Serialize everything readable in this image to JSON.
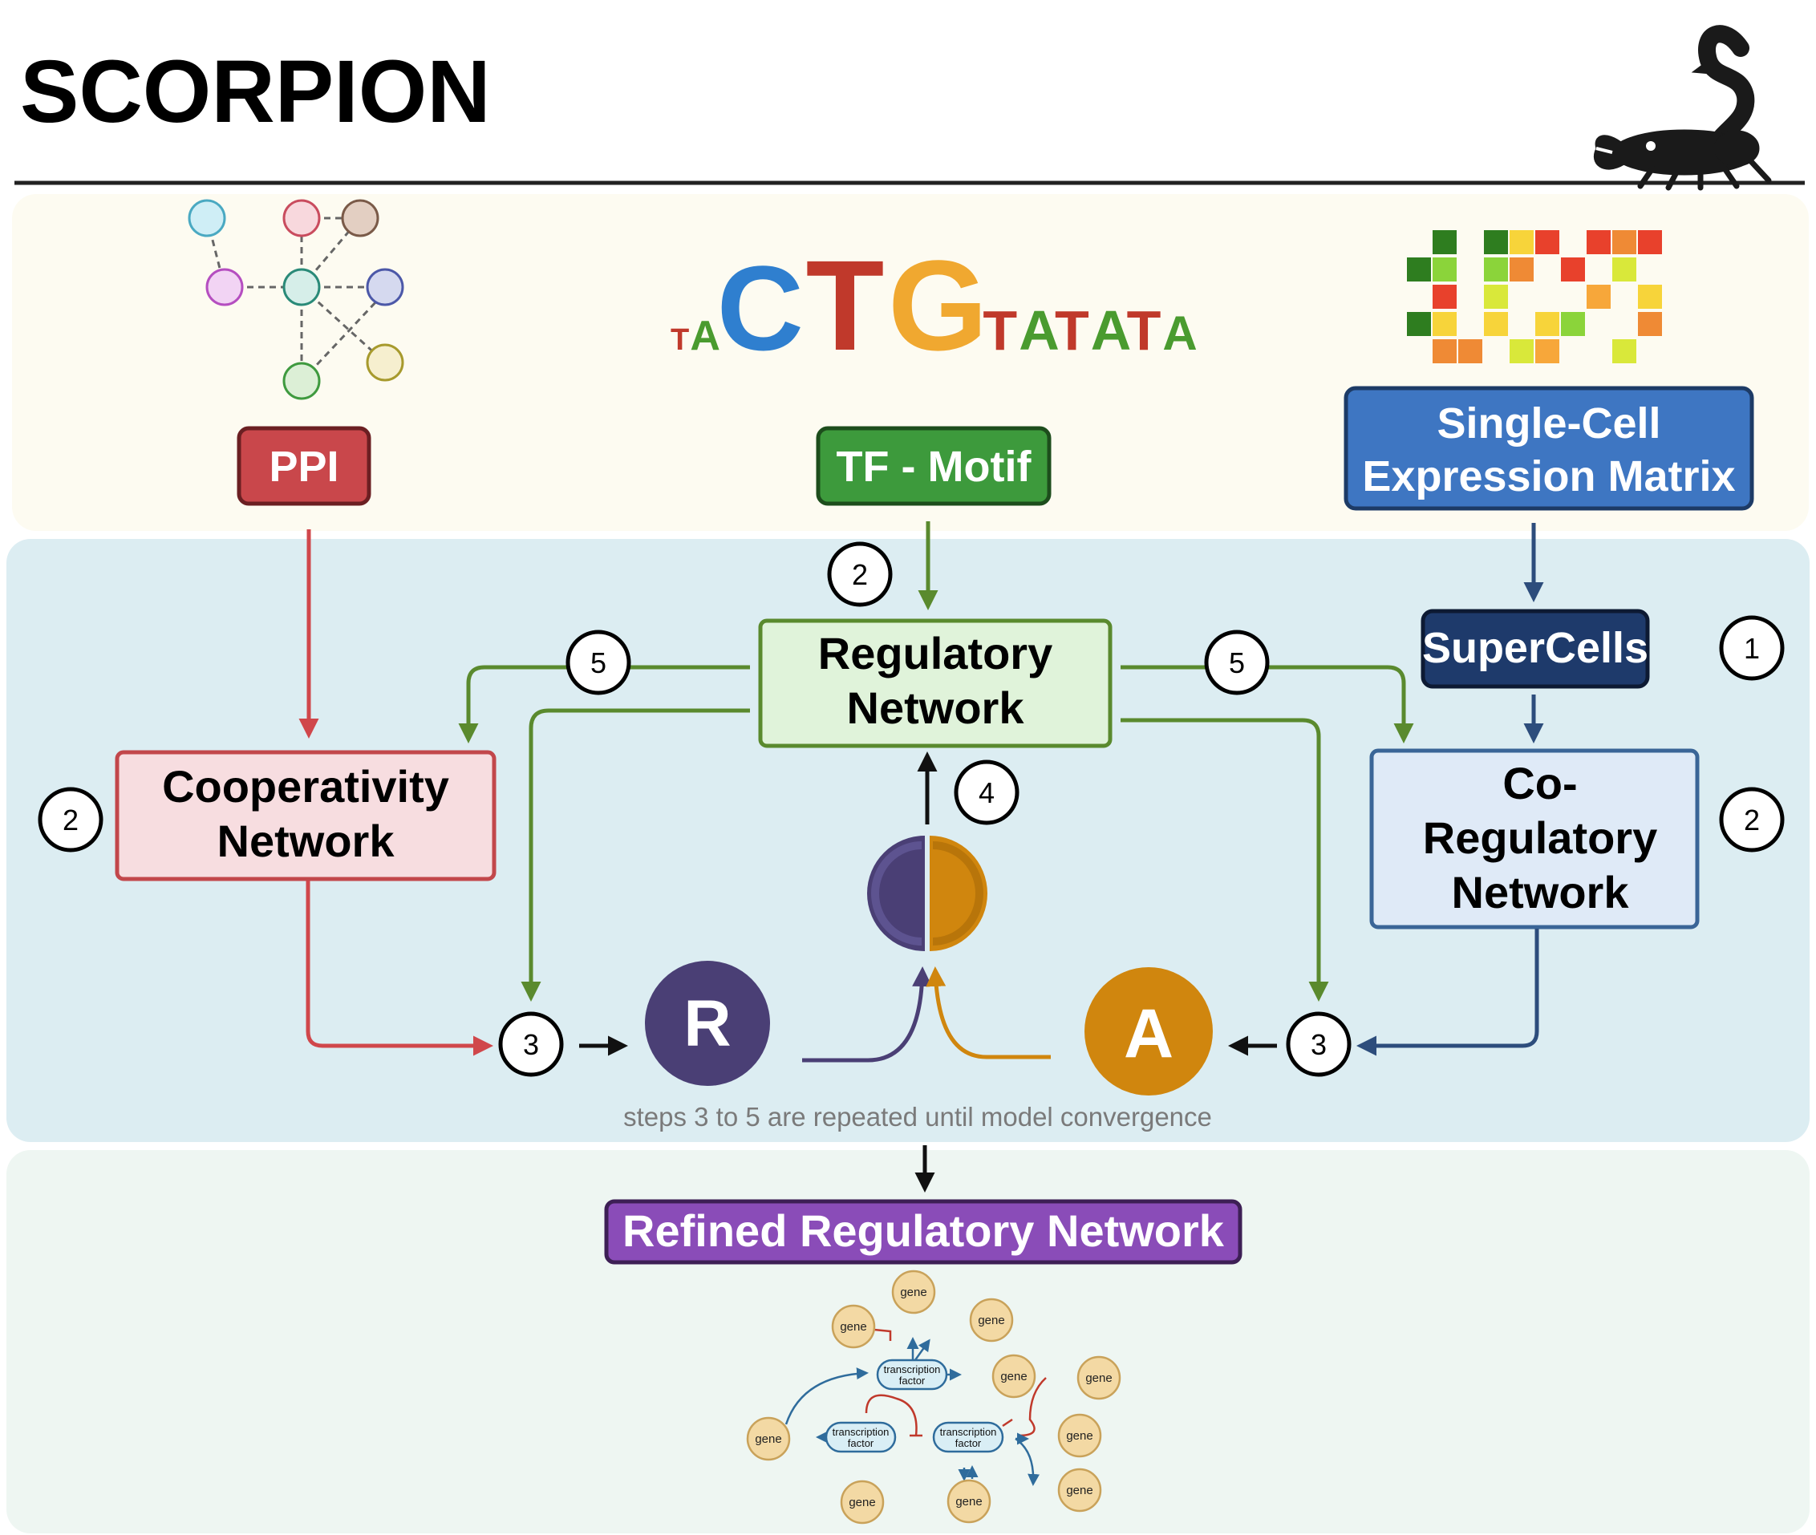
{
  "title": "SCORPION",
  "logo": "scorpion-icon",
  "motif_letters": [
    {
      "char": "T",
      "color": "#c0392b",
      "size": 38
    },
    {
      "char": "A",
      "color": "#4a9b2f",
      "size": 52
    },
    {
      "char": "C",
      "color": "#2f7fcf",
      "size": 150
    },
    {
      "char": "T",
      "color": "#c0392b",
      "size": 160
    },
    {
      "char": "G",
      "color": "#f0a830",
      "size": 160
    },
    {
      "char": "T",
      "color": "#c0392b",
      "size": 70
    },
    {
      "char": "A",
      "color": "#4a9b2f",
      "size": 70
    },
    {
      "char": "T",
      "color": "#c0392b",
      "size": 70
    },
    {
      "char": "A",
      "color": "#4a9b2f",
      "size": 70
    },
    {
      "char": "T",
      "color": "#c0392b",
      "size": 70
    },
    {
      "char": "A",
      "color": "#4a9b2f",
      "size": 60
    }
  ],
  "inputs": {
    "ppi": "PPI",
    "tf_motif": "TF - Motif",
    "expression_line1": "Single-Cell",
    "expression_line2": "Expression Matrix"
  },
  "nodes": {
    "supercells": "SuperCells",
    "regulatory_line1": "Regulatory",
    "regulatory_line2": "Network",
    "cooperativity_line1": "Cooperativity",
    "cooperativity_line2": "Network",
    "coregulatory_line1": "Co-",
    "coregulatory_line2": "Regulatory",
    "coregulatory_line3": "Network",
    "r": "R",
    "a": "A"
  },
  "step_numbers": {
    "supercells": "1",
    "tf_motif": "2",
    "cooperativity": "2",
    "coregulatory": "2",
    "left_combine": "3",
    "right_combine": "3",
    "update": "4",
    "left_feedback": "5",
    "right_feedback": "5"
  },
  "note": "steps 3 to 5 are repeated until model convergence",
  "output": {
    "label": "Refined Regulatory Network",
    "gene": "gene",
    "tf_line1": "transcription",
    "tf_line2": "factor"
  },
  "colors": {
    "ppi": "#c9474b",
    "tf_motif": "#3d9a3c",
    "expression": "#3e76c2",
    "supercells": "#1e3a6b",
    "regulatory_fill": "#e0f3da",
    "regulatory_stroke": "#5a8a2e",
    "cooperativity_fill": "#f7dde0",
    "cooperativity_stroke": "#c2474b",
    "coregulatory_fill": "#dfeaf7",
    "coregulatory_stroke": "#3a6597",
    "r": "#4a3f75",
    "a": "#d0860e",
    "output": "#8a4cb8",
    "band_top": "#fdfbf1",
    "band_mid": "#dcedf2",
    "band_bottom": "#eef6f2"
  }
}
